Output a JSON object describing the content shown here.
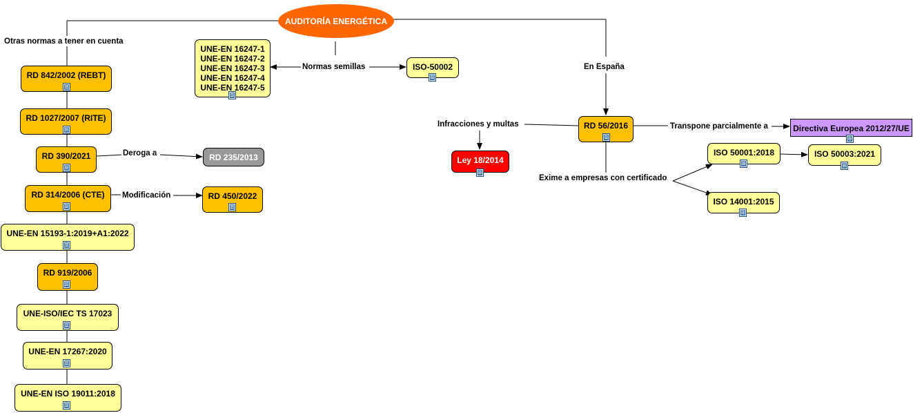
{
  "root": {
    "label": "AUDITORÍA ENERGÉTICA",
    "color": "#ff6600"
  },
  "link_labels": {
    "otras_normas": "Otras normas a tener en cuenta",
    "normas_semillas": "Normas semillas",
    "en_espana": "En España",
    "infracciones": "Infracciones y multas",
    "transpone": "Transpone parcialmente a",
    "exime": "Exime a empresas con certificado",
    "deroga": "Deroga a",
    "modificacion": "Modificación"
  },
  "nodes": {
    "rd_842": "RD 842/2002 (REBT)",
    "rd_1027": "RD 1027/2007 (RITE)",
    "rd_390": "RD 390/2021",
    "rd_235": "RD 235/2013",
    "rd_314": "RD 314/2006 (CTE)",
    "rd_450": "RD 450/2022",
    "une_15193": "UNE-EN 15193-1:2019+A1:2022",
    "rd_919": "RD 919/2006",
    "une_17023": "UNE-ISO/IEC TS 17023",
    "une_17267": "UNE-EN 17267:2020",
    "une_19011": "UNE-EN ISO 19011:2018",
    "une_16247": [
      "UNE-EN 16247-1",
      "UNE-EN 16247-2",
      "UNE-EN 16247-3",
      "UNE-EN 16247-4",
      "UNE-EN 16247-5"
    ],
    "iso_50002": "ISO-50002",
    "rd_56": "RD 56/2016",
    "ley_18": "Ley 18/2014",
    "directiva": "Directiva Europea 2012/27/UE",
    "iso_50001": "ISO 50001:2018",
    "iso_50003": "ISO 50003:2021",
    "iso_14001": "ISO 14001:2015"
  },
  "colors": {
    "yellow_node": "#ffff99",
    "orange_node": "#ffc000",
    "gray_node": "#999999",
    "red_node": "#ff0000",
    "purple_node": "#cc99ff",
    "connector": "#000000"
  },
  "icons": {
    "resource": "document-icon"
  }
}
